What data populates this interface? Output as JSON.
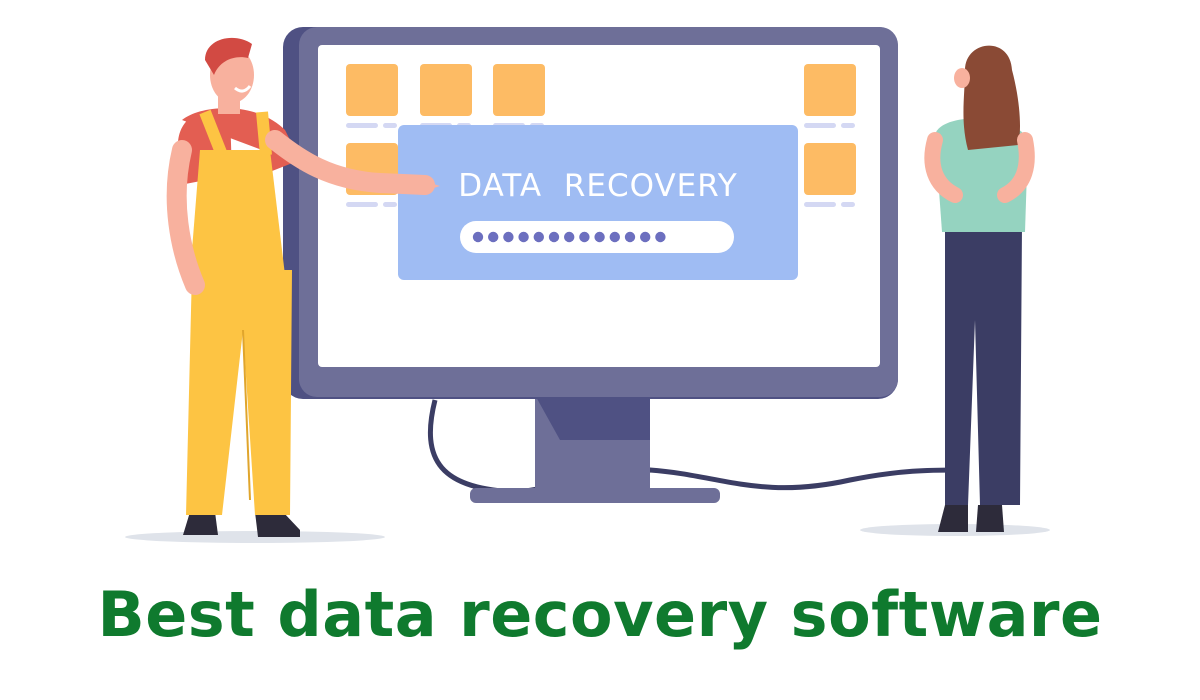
{
  "dialog": {
    "title": "DATA  RECOVERY",
    "progress_dot_count": 13
  },
  "headline": "Best data recovery software",
  "colors": {
    "headline": "#0f7a2e",
    "monitor_frame": "#6e6f98",
    "monitor_bezel_dark": "#4f5183",
    "dialog_bg": "#9fbcf3",
    "progress_dot": "#6c6fbf",
    "folder": "#fdbb64",
    "overalls": "#fdc443",
    "man_shirt": "#e35e52",
    "woman_shirt": "#95d3c0",
    "woman_pants": "#3b3d64",
    "woman_hair": "#8a4a35"
  },
  "icons": [
    "folder-icon",
    "man-figure",
    "woman-figure",
    "monitor",
    "cable"
  ]
}
